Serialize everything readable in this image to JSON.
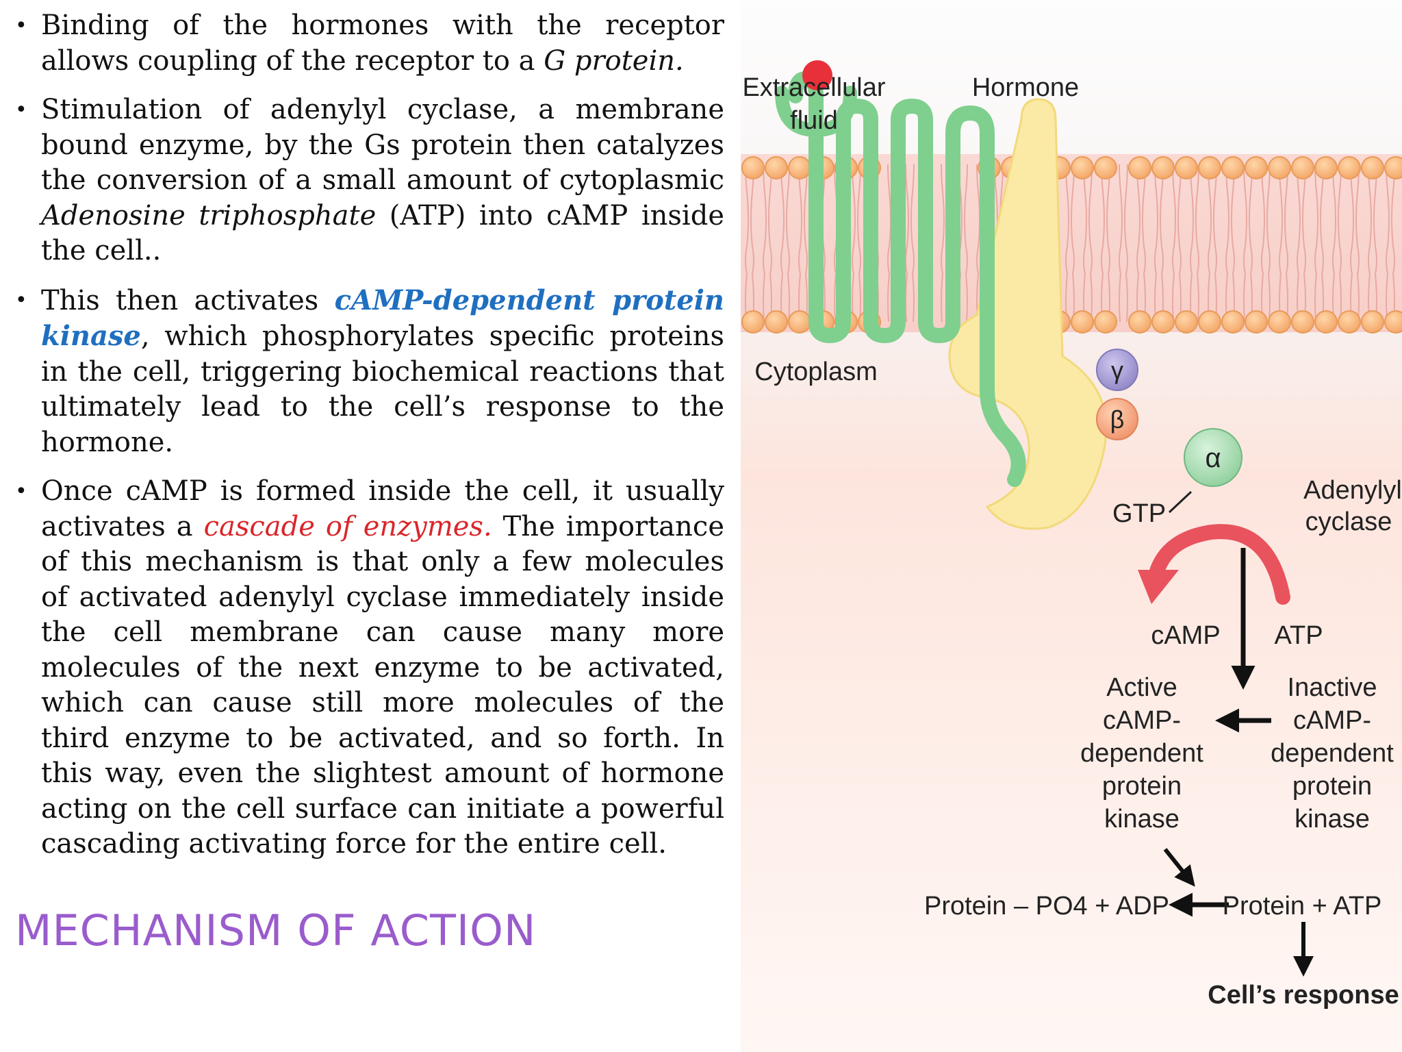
{
  "bullets": [
    {
      "segments": [
        {
          "text": "Binding of the hormones with the receptor allows coupling of the receptor to a ",
          "style": "normal"
        },
        {
          "text": "G protein.",
          "style": "ital"
        }
      ]
    },
    {
      "segments": [
        {
          "text": "Stimulation of adenylyl cyclase, a membrane bound enzyme, by the Gs protein then catalyzes the conversion of a small amount of cytoplasmic ",
          "style": "normal"
        },
        {
          "text": "Adenosine triphosphate",
          "style": "ital"
        },
        {
          "text": " (ATP) into cAMP inside the cell..",
          "style": "normal"
        }
      ]
    },
    {
      "segments": [
        {
          "text": "This then activates ",
          "style": "normal"
        },
        {
          "text": "cAMP-dependent protein kinase",
          "style": "blue"
        },
        {
          "text": ", which phosphorylates specific proteins in the cell, triggering biochemical reactions that ultimately lead to the cell’s response to the hormone.",
          "style": "normal"
        }
      ]
    },
    {
      "segments": [
        {
          "text": " Once cAMP is formed inside the cell, it usually activates a ",
          "style": "normal"
        },
        {
          "text": "cascade of enzymes.",
          "style": "red"
        },
        {
          "text": " The importance of this mechanism is that only a few molecules of activated adenylyl cyclase immediately inside the cell membrane can cause many more molecules of the next enzyme to be activated, which can cause still more molecules of the third enzyme to be activated, and so forth. In this way, even the slightest amount of hormone acting on the cell surface can initiate a powerful cascading activating force for the entire cell.",
          "style": "normal"
        }
      ]
    }
  ],
  "heading": "MECHANISM OF ACTION",
  "figure": {
    "extracellular_line1": "Extracellular",
    "extracellular_line2": "fluid",
    "hormone": "Hormone",
    "cytoplasm": "Cytoplasm",
    "gamma": "γ",
    "beta": "β",
    "alpha": "α",
    "gtp": "GTP",
    "adenylyl_line1": "Adenylyl",
    "adenylyl_line2": "cyclase",
    "camp": "cAMP",
    "atp": "ATP",
    "active_lines": [
      "Active",
      "cAMP-",
      "dependent",
      "protein",
      "kinase"
    ],
    "inactive_lines": [
      "Inactive",
      "cAMP-",
      "dependent",
      "protein",
      "kinase"
    ],
    "protein_po4": "Protein – PO4 + ADP",
    "protein_atp": "Protein + ATP",
    "cells_response": "Cell’s response"
  },
  "colors": {
    "heading": "#9a5ccc",
    "blue_term": "#1f6fc0",
    "red_term": "#d9262a",
    "receptor": "#7fcf8e",
    "membrane_head": "#f6b27a",
    "cyclase": "#fbeaa6",
    "camp_arrow": "#e8535d"
  }
}
